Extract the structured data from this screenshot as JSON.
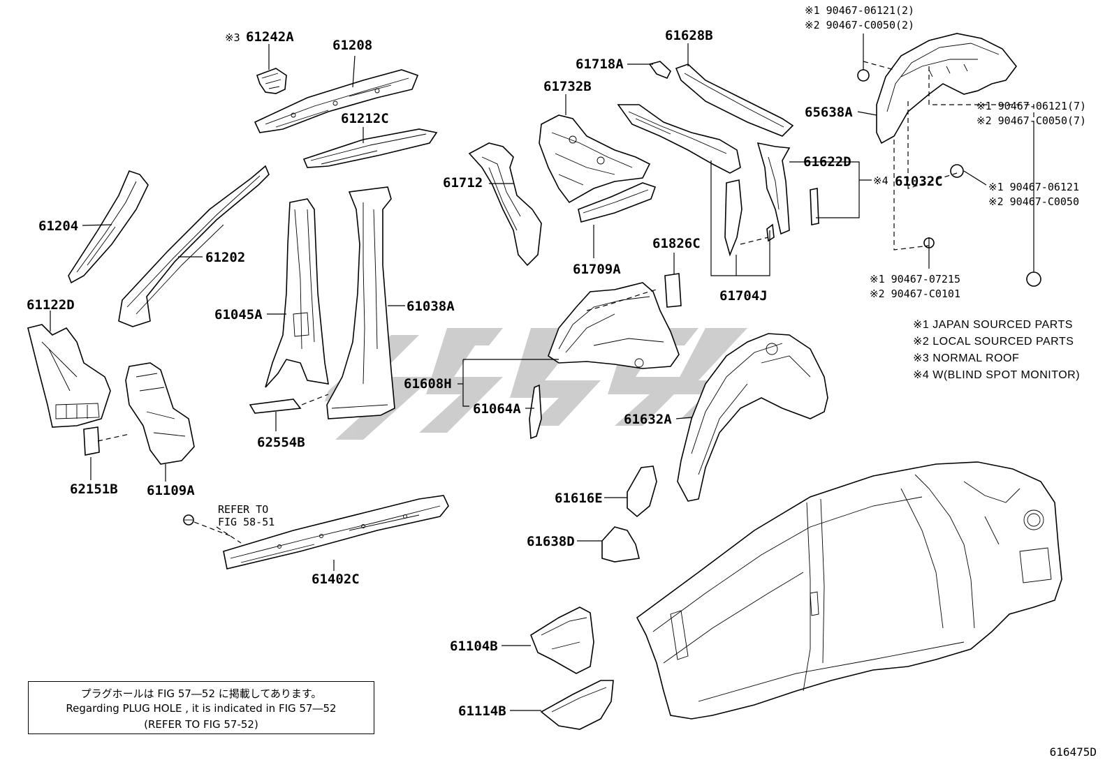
{
  "parts": {
    "p61242A": "61242A",
    "p61242A_mark": "※3",
    "p61208": "61208",
    "p61212C": "61212C",
    "p61204": "61204",
    "p61202": "61202",
    "p61122D": "61122D",
    "p61045A": "61045A",
    "p61038A": "61038A",
    "p62554B": "62554B",
    "p62151B": "62151B",
    "p61109A": "61109A",
    "p61402C": "61402C",
    "p61712": "61712",
    "p61732B": "61732B",
    "p61718A": "61718A",
    "p61628B": "61628B",
    "p61709A": "61709A",
    "p61826C": "61826C",
    "p61704J": "61704J",
    "p61622D": "61622D",
    "p61032C": "61032C",
    "p61032C_mark": "※4",
    "p65638A": "65638A",
    "p61608H": "61608H",
    "p61064A": "61064A",
    "p61632A": "61632A",
    "p61616E": "61616E",
    "p61638D": "61638D",
    "p61104B": "61104B",
    "p61114B": "61114B"
  },
  "refer": {
    "line1": "REFER TO",
    "line2": "FIG 58-51"
  },
  "fasteners": {
    "top_1": "※1 90467-06121(2)",
    "top_2": "※2 90467-C0050(2)",
    "mid_1": "※1 90467-06121(7)",
    "mid_2": "※2 90467-C0050(7)",
    "low_1": "※1 90467-06121",
    "low_2": "※2 90467-C0050",
    "bot_1": "※1 90467-07215",
    "bot_2": "※2 90467-C0101"
  },
  "legend": {
    "l1": "※1 JAPAN SOURCED PARTS",
    "l2": "※2 LOCAL SOURCED PARTS",
    "l3": "※3 NORMAL ROOF",
    "l4": "※4 W(BLIND SPOT MONITOR)"
  },
  "note": {
    "jp": "プラグホールは FIG 57―52 に掲載してあります。",
    "en": "Regarding PLUG HOLE , it is indicated in FIG 57―52",
    "ref": "(REFER TO FIG 57-52)"
  },
  "figure_id": "616475D"
}
